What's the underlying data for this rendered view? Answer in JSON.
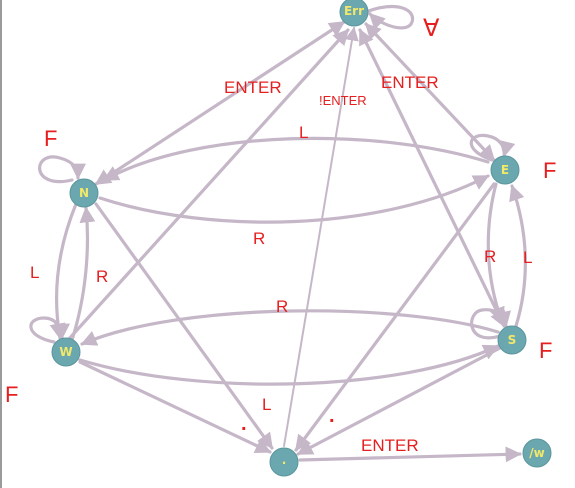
{
  "nodes": [
    {
      "id": "err",
      "label": "Err"
    },
    {
      "id": "n",
      "label": "N"
    },
    {
      "id": "e",
      "label": "E"
    },
    {
      "id": "w",
      "label": "W"
    },
    {
      "id": "s",
      "label": "S"
    },
    {
      "id": "dot",
      "label": "."
    },
    {
      "id": "slash-w",
      "label": "/w"
    }
  ],
  "edge_labels": {
    "n_to_err": "ENTER",
    "e_to_err": "ENTER",
    "dot_to_err": "!ENTER",
    "e_to_n": "L",
    "n_to_e": "R",
    "n_to_w": "L",
    "w_to_n": "R",
    "w_to_s": "R",
    "s_to_w": "L",
    "e_to_s": "R",
    "s_to_e": "L",
    "n_self": "F",
    "e_self": "F",
    "s_self": "F",
    "w_self": "F",
    "err_self": "∀",
    "w_to_dot": ".",
    "s_to_dot": ".",
    "dot_to_slash_w": "ENTER"
  },
  "colors": {
    "node_fill": "#6aa7ae",
    "node_text": "#f2e86a",
    "edge": "#c5b7c8",
    "label": "#e51f1f"
  }
}
